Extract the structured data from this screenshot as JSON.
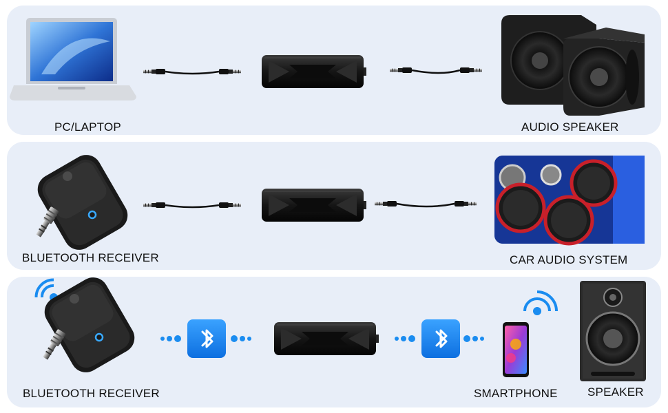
{
  "rows": [
    {
      "left_label": "PC/LAPTOP",
      "right_label": "AUDIO SPEAKER"
    },
    {
      "left_label": "BLUETOOTH RECEIVER",
      "right_label": "CAR AUDIO SYSTEM"
    },
    {
      "left_label": "BLUETOOTH RECEIVER",
      "mid_label": "SMARTPHONE",
      "right_label": "SPEAKER"
    }
  ],
  "colors": {
    "panel_bg": "#e8eef8",
    "bluetooth_blue": "#1a8cf0",
    "device_black": "#1a1a1a",
    "car_speaker_ring": "#c8202a"
  },
  "icons": [
    "laptop-icon",
    "audio-cable-icon",
    "ground-loop-isolator-icon",
    "speaker-icon",
    "bluetooth-receiver-icon",
    "car-speaker-icon",
    "bluetooth-icon",
    "wireless-signal-icon",
    "smartphone-icon"
  ]
}
